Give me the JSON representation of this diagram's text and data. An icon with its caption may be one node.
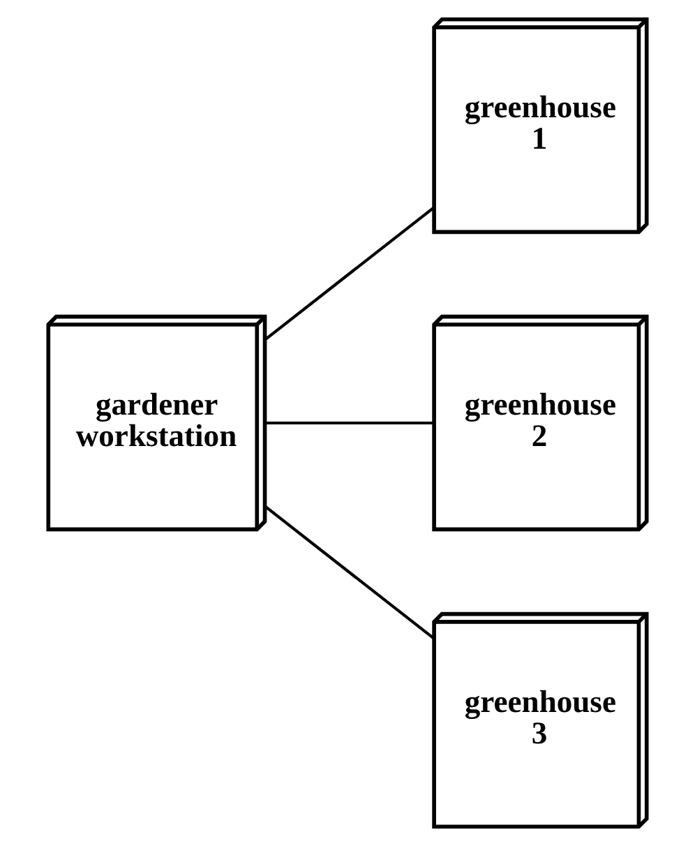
{
  "diagram": {
    "nodes": [
      {
        "text": [
          "gardener workstation"
        ]
      },
      {
        "text": [
          "greenhouse 1"
        ]
      },
      {
        "text": [
          "greenhouse 2"
        ]
      },
      {
        "text": [
          "greenhouse 3"
        ]
      }
    ],
    "edges": [
      {
        "from": 0,
        "to": 1,
        "arrow": "none"
      },
      {
        "from": 0,
        "to": 2,
        "arrow": "none"
      },
      {
        "from": 0,
        "to": 3,
        "arrow": "none"
      }
    ]
  }
}
